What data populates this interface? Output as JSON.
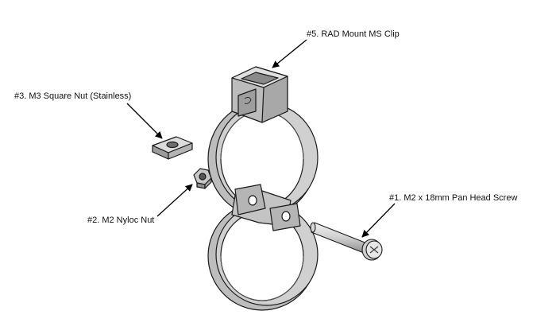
{
  "parts": [
    {
      "id": "p1",
      "label": "#1. M2 x 18mm Pan Head Screw"
    },
    {
      "id": "p2",
      "label": "#2. M2 Nyloc Nut"
    },
    {
      "id": "p3",
      "label": "#3. M3 Square Nut (Stainless)"
    },
    {
      "id": "p5",
      "label": "#5. RAD Mount MS Clip"
    }
  ],
  "colors": {
    "background": "#ffffff",
    "part_fill": "#c9c9c9",
    "part_dark": "#7d7d7d",
    "part_light": "#e2e2e2",
    "outline": "#1a1a1a",
    "text": "#111111",
    "leader": "#000000"
  }
}
